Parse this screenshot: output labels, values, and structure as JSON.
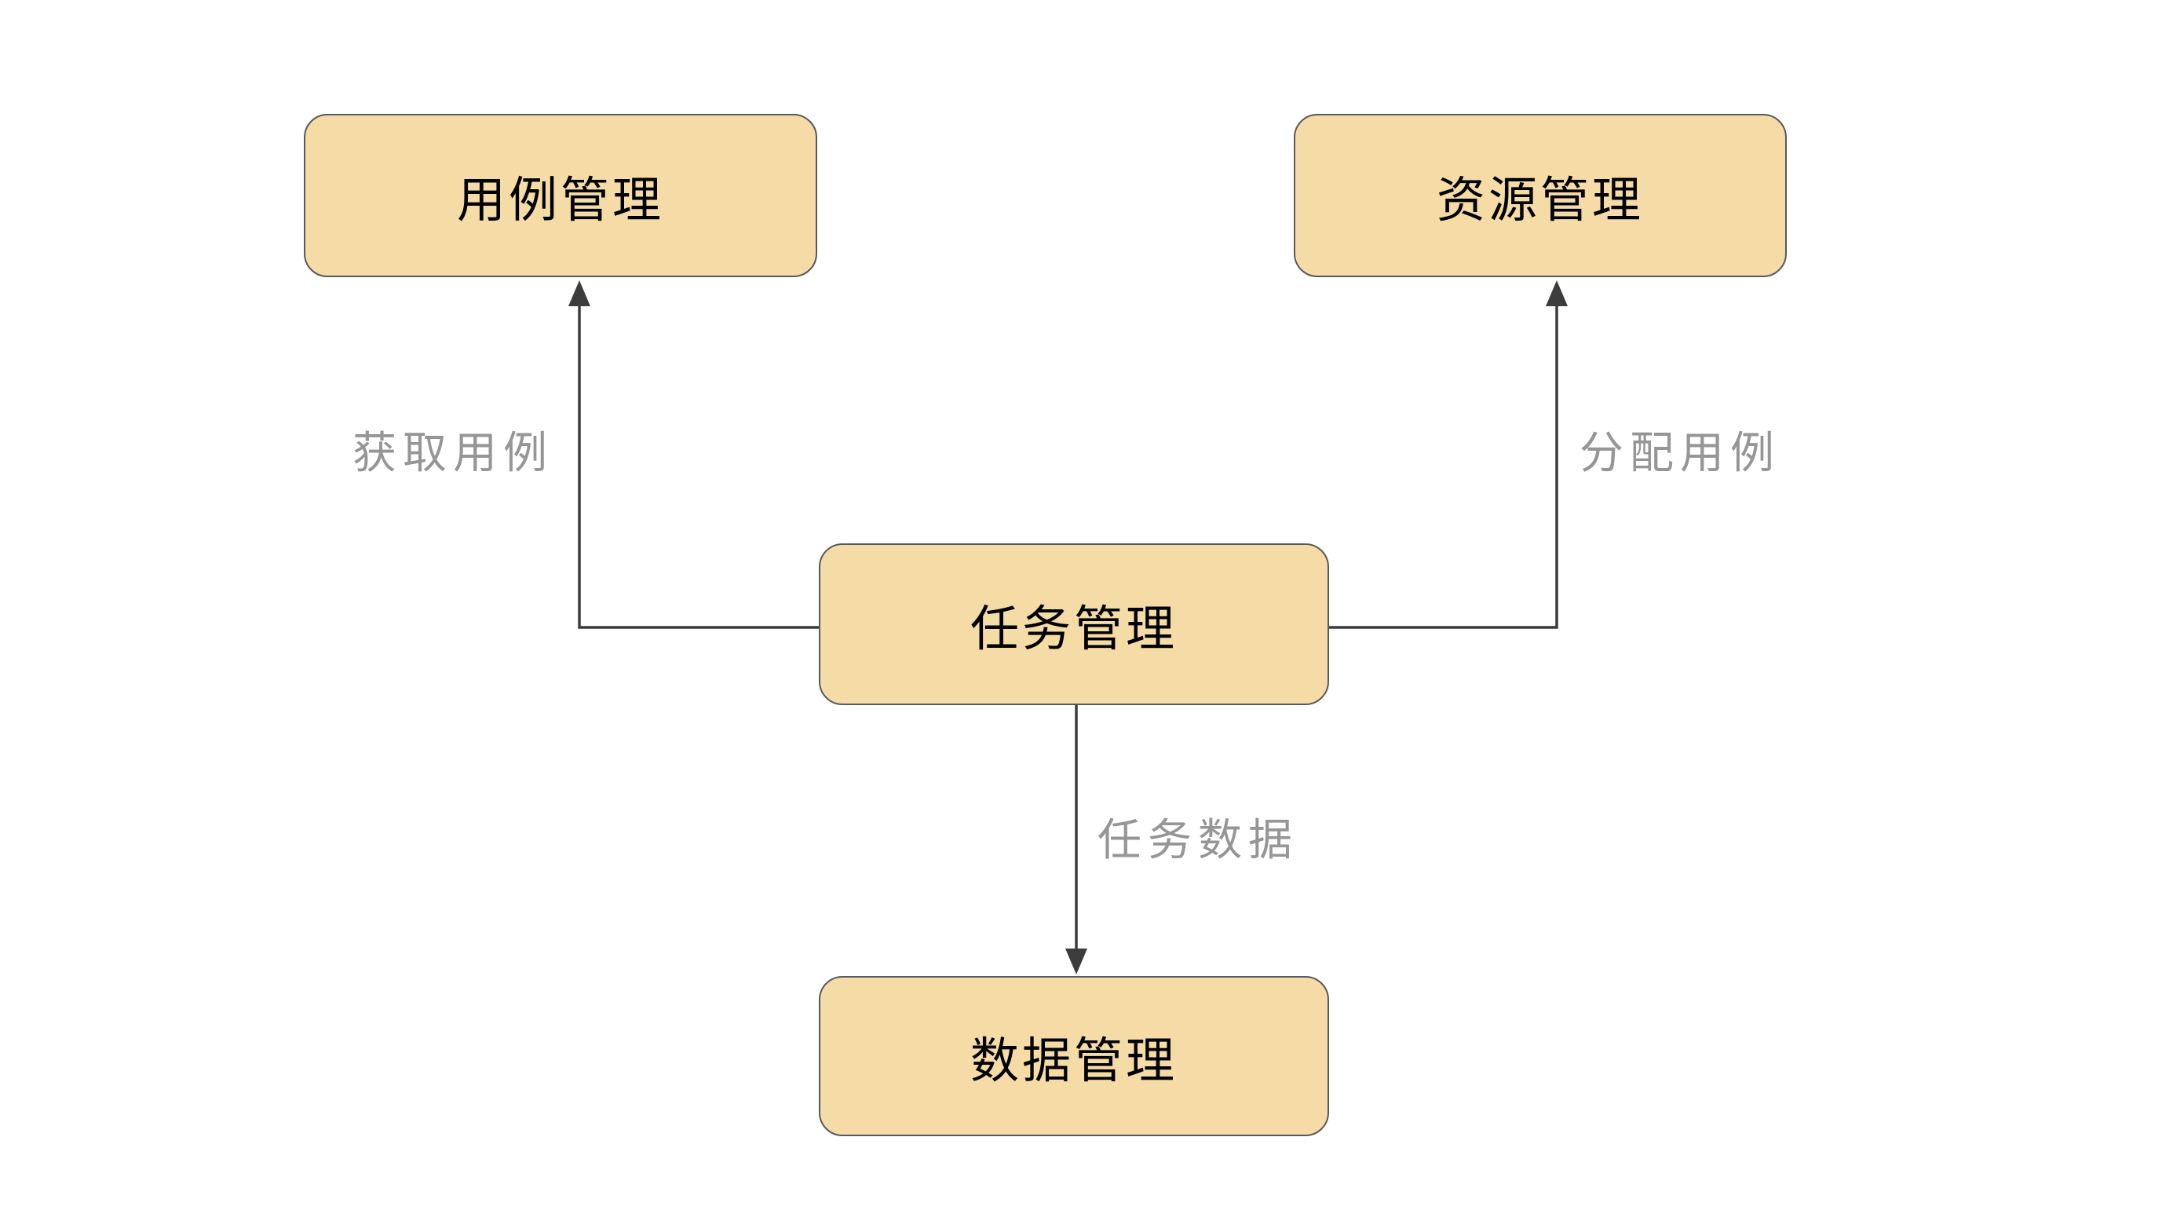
{
  "diagram": {
    "type": "flowchart",
    "colors": {
      "node_fill": "#F5DBA6",
      "node_border": "#58595B",
      "node_text": "#000000",
      "edge_color": "#3C3C3C",
      "edge_label_color": "#969696",
      "canvas_bg": "#FFFFFF"
    },
    "nodes": [
      {
        "id": "usecase",
        "label": "用例管理",
        "position": "top-left"
      },
      {
        "id": "resource",
        "label": "资源管理",
        "position": "top-right"
      },
      {
        "id": "task",
        "label": "任务管理",
        "position": "center"
      },
      {
        "id": "data",
        "label": "数据管理",
        "position": "bottom"
      }
    ],
    "edges": [
      {
        "from": "task",
        "to": "usecase",
        "label": "获取用例",
        "route": "left-then-up",
        "arrow": "up"
      },
      {
        "from": "task",
        "to": "resource",
        "label": "分配用例",
        "route": "right-then-up",
        "arrow": "up"
      },
      {
        "from": "task",
        "to": "data",
        "label": "任务数据",
        "route": "straight-down",
        "arrow": "down"
      }
    ]
  }
}
